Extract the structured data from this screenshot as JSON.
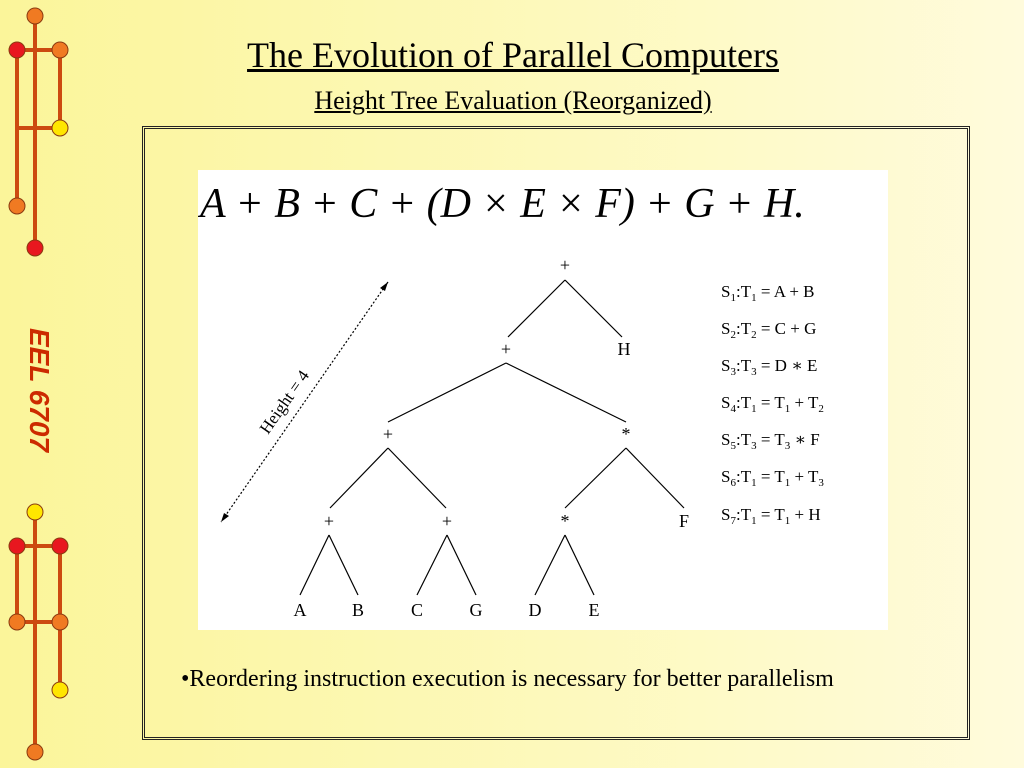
{
  "slide": {
    "title": "The Evolution of Parallel Computers",
    "subtitle": "Height Tree Evaluation (Reorganized)",
    "course_label": "EEL 6707",
    "bullet": "•Reordering instruction execution is necessary for better parallelism"
  },
  "figure": {
    "expression": "A + B + C + (D × E × F) + G + H.",
    "height_label": "Height = 4",
    "tree": {
      "root": "+",
      "level1": [
        "+",
        "H"
      ],
      "level2": [
        "+",
        "*"
      ],
      "level3": [
        "+",
        "+",
        "*",
        "F"
      ],
      "leaves": [
        "A",
        "B",
        "C",
        "G",
        "D",
        "E"
      ]
    },
    "steps": [
      {
        "s": "1",
        "lhs": "1",
        "expr": "= A + B"
      },
      {
        "s": "2",
        "lhs": "2",
        "expr": "= C + G"
      },
      {
        "s": "3",
        "lhs": "3",
        "expr": "= D ∗ E"
      },
      {
        "s": "4",
        "lhs": "1",
        "expr": "= T",
        "sub": "1",
        "op": "+ T",
        "sub2": "2"
      },
      {
        "s": "5",
        "lhs": "3",
        "expr": "= T",
        "sub": "3",
        "op": "∗ F"
      },
      {
        "s": "6",
        "lhs": "1",
        "expr": "= T",
        "sub": "1",
        "op": "+ T",
        "sub2": "3"
      },
      {
        "s": "7",
        "lhs": "1",
        "expr": "= T",
        "sub": "1",
        "op": "+ H"
      }
    ]
  },
  "colors": {
    "orange_node": "#f07a22",
    "red_node": "#e8171f",
    "yellow_node": "#ffe600",
    "connector": "#cc4a10",
    "course_text": "#cc2a00"
  }
}
